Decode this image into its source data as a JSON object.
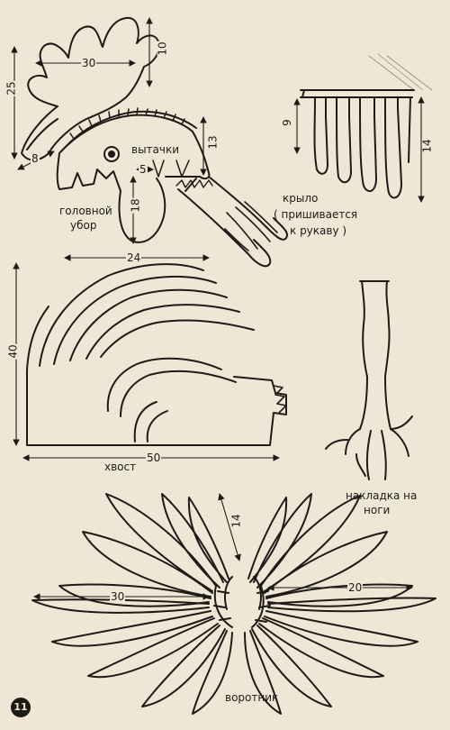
{
  "labels": {
    "vytachki": "вытачки",
    "headdress_1": "головной",
    "headdress_2": "убор",
    "wing_1": "крыло",
    "wing_2": "( пришивается",
    "wing_3": "к рукаву )",
    "tail": "хвост",
    "leg_1": "накладка на",
    "leg_2": "ноги",
    "collar": "воротник"
  },
  "dimensions": {
    "crest_height": "25",
    "crest_width": "30",
    "crest_10": "10",
    "crest_8": "8",
    "dart_5": "5",
    "head_18": "18",
    "head_13": "13",
    "head_width": "24",
    "wing_9": "9",
    "wing_14": "14",
    "tail_height": "40",
    "tail_width": "50",
    "collar_14": "14",
    "collar_left": "30",
    "collar_right": "20"
  },
  "page_number": "11",
  "colors": {
    "paper": "#efe6d6",
    "ink": "#1e1a16"
  }
}
